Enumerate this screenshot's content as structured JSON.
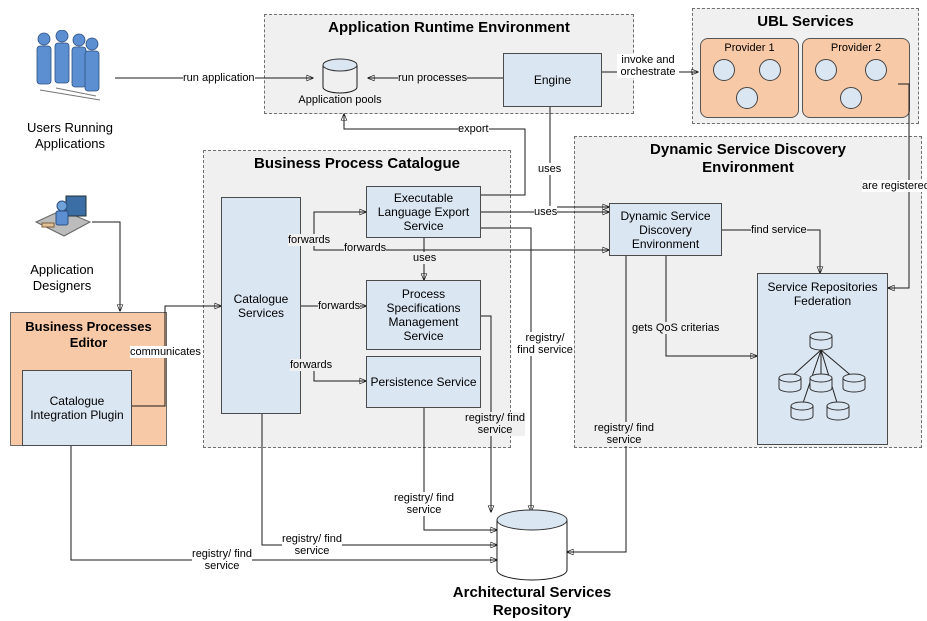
{
  "groups": {
    "runtime": "Application Runtime Environment",
    "ubl": "UBL Services",
    "catalogue": "Business Process Catalogue",
    "discovery": "Dynamic Service Discovery Environment"
  },
  "providers": {
    "p1": "Provider 1",
    "p2": "Provider 2"
  },
  "nodes": {
    "engine": "Engine",
    "app_pools": "Application pools",
    "catalogue_services": "Catalogue Services",
    "exec_export": "Executable Language Export Service",
    "process_specs": "Process Specifications Management Service",
    "persistence": "Persistence Service",
    "dsde": "Dynamic Service Discovery Environment",
    "federation": "Service Repositories Federation",
    "editor_title": "Business Processes Editor",
    "plugin": "Catalogue Integration Plugin",
    "repository": "Architectural Services Repository"
  },
  "actors": {
    "users": "Users Running Applications",
    "designers": "Application Designers"
  },
  "edges": {
    "run_application": "run application",
    "run_processes": "run processes",
    "invoke": "invoke and orchestrate",
    "export": "export",
    "uses_engine": "uses",
    "uses_exec": "uses",
    "uses_process": "uses",
    "are_registered": "are registered",
    "forwards_1": "forwards",
    "forwards_2": "forwards",
    "forwards_3": "forwards",
    "forwards_4": "forwards",
    "find_service": "find service",
    "gets_qos": "gets QoS criterias",
    "communicates": "communicates",
    "reg_exec": "registry/ find service",
    "reg_persist": "registry/ find service",
    "reg_dsde": "registry/ find service",
    "reg_persist2": "registry/ find service",
    "reg_catalogue": "registry/ find service",
    "reg_plugin": "registry/ find service"
  }
}
